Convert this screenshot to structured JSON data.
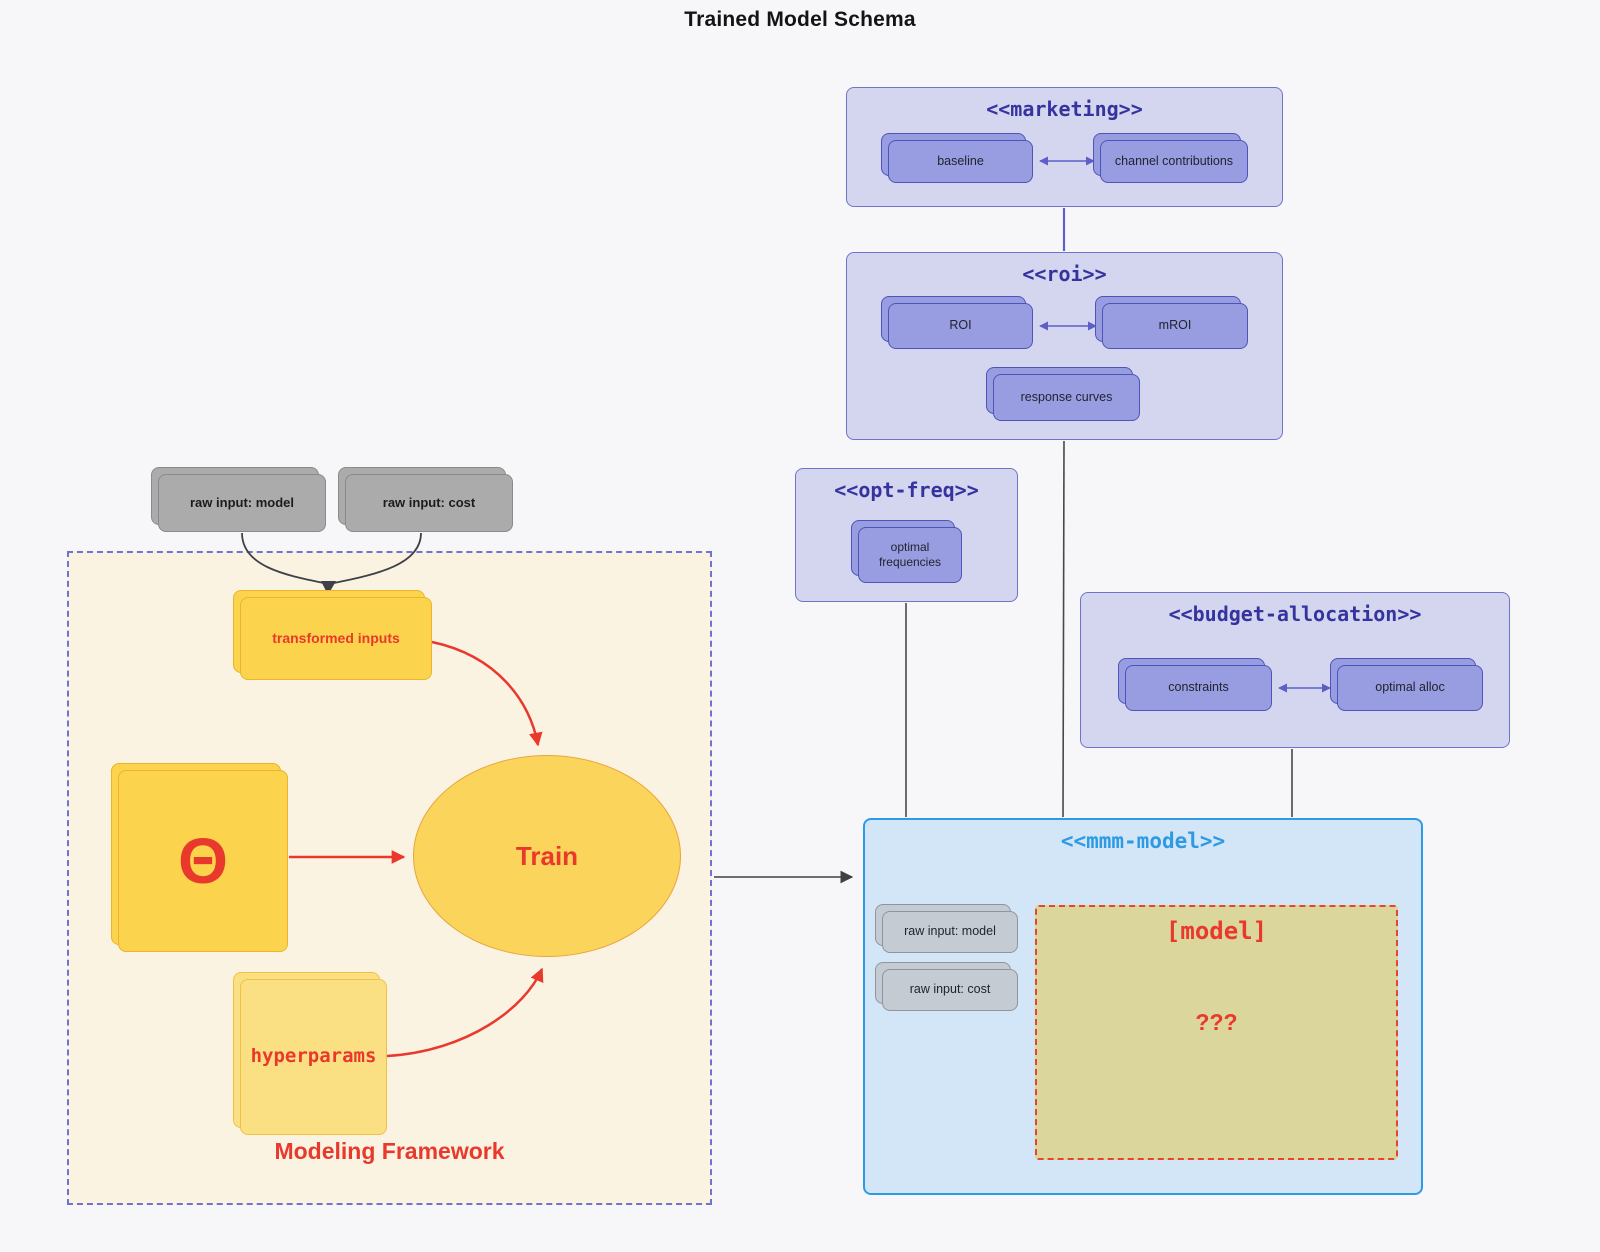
{
  "page": {
    "title": "Trained Model Schema"
  },
  "colors": {
    "background": "#f7f7f9",
    "purple_container_fill": "#d4d5ef",
    "purple_container_border": "#6f74c9",
    "purple_node_fill": "#989ce0",
    "purple_title_text": "#35349f",
    "blue_container_fill": "#d3e6f7",
    "blue_accent": "#2e9ae5",
    "cream_fill": "#faf3e2",
    "yellow_node_fill": "#fbd34d",
    "yellow_node_light_fill": "#fbe083",
    "khaki_fill": "#dbd69b",
    "gray_node_fill": "#ababab",
    "red_accent": "#e8392c",
    "edge_gray": "#45484e",
    "edge_purple": "#5b5fc7"
  },
  "marketing": {
    "title": "<<marketing>>",
    "baseline": "baseline",
    "channel_contributions": "channel contributions"
  },
  "roi": {
    "title": "<<roi>>",
    "roi": "ROI",
    "mroi": "mROI",
    "response_curves": "response curves"
  },
  "opt_freq": {
    "title": "<<opt-freq>>",
    "optimal_frequencies": "optimal frequencies"
  },
  "budget_allocation": {
    "title": "<<budget-allocation>>",
    "constraints": "constraints",
    "optimal_alloc": "optimal alloc"
  },
  "mmm_model": {
    "title": "<<mmm-model>>",
    "raw_input_model": "raw input: model",
    "raw_input_cost": "raw input: cost",
    "model_placeholder": "[model]",
    "unknown": "???"
  },
  "inputs": {
    "raw_input_model": "raw input: model",
    "raw_input_cost": "raw input: cost"
  },
  "framework": {
    "label": "Modeling Framework",
    "transformed_inputs": "transformed inputs",
    "theta": "Θ",
    "hyperparams": "hyperparams",
    "train": "Train"
  }
}
